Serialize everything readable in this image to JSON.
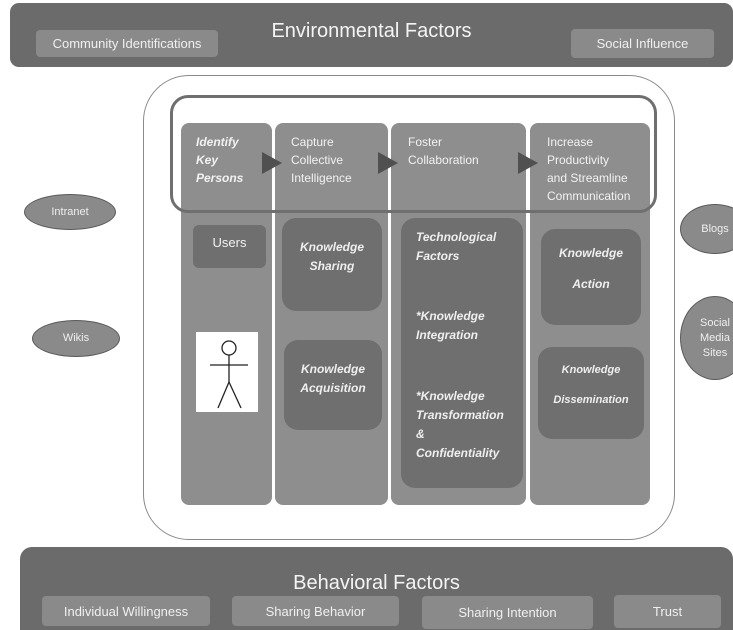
{
  "environmental": {
    "title": "Environmental Factors",
    "left_pill": "Community Identifications",
    "right_pill": "Social Influence"
  },
  "behavioral": {
    "title": "Behavioral Factors",
    "pills": [
      "Individual Willingness",
      "Sharing Behavior",
      "Sharing Intention",
      "Trust"
    ]
  },
  "stages": {
    "identify": [
      "Identify",
      "Key",
      "Persons"
    ],
    "capture": [
      "Capture",
      "Collective",
      "Intelligence"
    ],
    "foster": [
      "Foster",
      "Collaboration"
    ],
    "increase": [
      "Increase",
      "Productivity",
      "and Streamline",
      "Communication"
    ]
  },
  "users": {
    "label": "Users"
  },
  "knowledge": {
    "sharing": [
      "Knowledge",
      "Sharing"
    ],
    "acquisition": [
      "Knowledge",
      "Acquisition"
    ],
    "tech": {
      "title": [
        "Technological",
        "Factors"
      ],
      "integration": [
        "*Knowledge",
        "Integration"
      ],
      "transformation": [
        "*Knowledge",
        "Transformation",
        "&",
        "Confidentiality"
      ]
    },
    "action": [
      "Knowledge",
      "Action"
    ],
    "dissemination": [
      "Knowledge",
      "Dissemination"
    ]
  },
  "side_ovals": {
    "intranet": "Intranet",
    "wikis": "Wikis",
    "blogs": "Blogs",
    "social": [
      "Social",
      "Media",
      "Sites"
    ]
  }
}
